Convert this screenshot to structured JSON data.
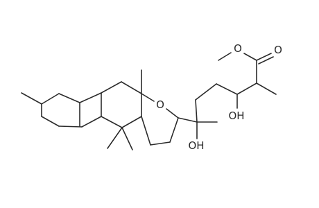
{
  "molecule": {
    "labels": {
      "ester_ether_oxygen": "O",
      "carbonyl_oxygen": "O",
      "ring_oxygen": "O",
      "hydroxyl_chain": "OH",
      "hydroxyl_tertiary": "OH"
    }
  }
}
